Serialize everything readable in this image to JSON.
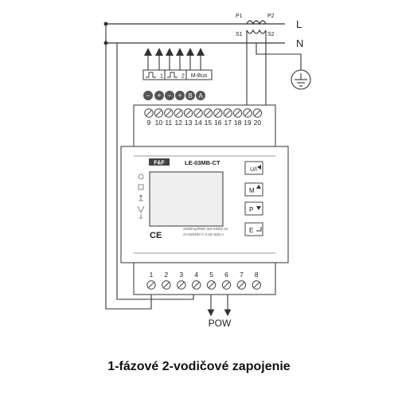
{
  "lines": {
    "phase": "L",
    "neutral": "N"
  },
  "ct_terminals": {
    "p1": "P1",
    "p2": "P2",
    "s1": "S1",
    "s2": "S2"
  },
  "outputs": {
    "pulse1": "1",
    "pulse2": "2",
    "mbus": "M-Bus"
  },
  "top_terminal_signs": [
    "−",
    "+",
    "−",
    "+",
    "B",
    "A"
  ],
  "top_terminals": [
    "9",
    "10",
    "11",
    "12",
    "13",
    "14",
    "15",
    "16",
    "17",
    "18",
    "19",
    "20"
  ],
  "bottom_terminals": [
    "1",
    "2",
    "3",
    "4",
    "5",
    "6",
    "7",
    "8"
  ],
  "device": {
    "brand": "F&F",
    "model": "LE-03MB-CT",
    "spec_line1": "3200imp/kWh  3x5  50/60 Hz",
    "spec_line2": "3×230/400 V  0.25÷5(6) A",
    "ce_mark": "CE",
    "buttons": [
      {
        "label": "U/I",
        "icon": "arrow-left-icon"
      },
      {
        "label": "M",
        "icon": "arrow-up-icon"
      },
      {
        "label": "P",
        "icon": "arrow-down-icon"
      },
      {
        "label": "E",
        "icon": "enter-icon"
      }
    ]
  },
  "pow_label": "POW",
  "caption": "1-fázové 2-vodičové zapojenie"
}
